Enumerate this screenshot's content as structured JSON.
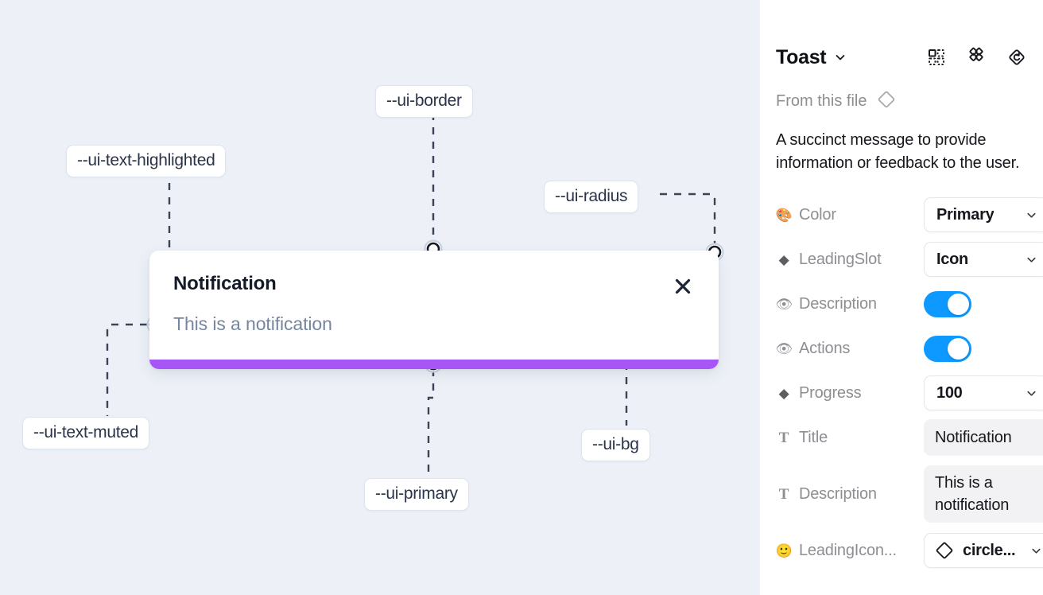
{
  "canvas": {
    "background_color": "#edf1f7",
    "toast": {
      "title": "Notification",
      "description": "This is a notification",
      "close_icon": "close-x-icon",
      "progress_color": "#a855f7",
      "background_color": "#ffffff"
    },
    "measure_labels": [
      {
        "id": "ui-text-highlighted",
        "text": "--ui-text-highlighted"
      },
      {
        "id": "ui-border",
        "text": "--ui-border"
      },
      {
        "id": "ui-radius",
        "text": "--ui-radius"
      },
      {
        "id": "ui-text-muted",
        "text": "--ui-text-muted"
      },
      {
        "id": "ui-primary",
        "text": "--ui-primary"
      },
      {
        "id": "ui-bg",
        "text": "--ui-bg"
      }
    ]
  },
  "panel": {
    "title": "Toast",
    "title_chevron_icon": "chevron-down-icon",
    "header_actions": [
      {
        "name": "component-set-icon"
      },
      {
        "name": "variants-icon"
      },
      {
        "name": "reset-instance-icon"
      }
    ],
    "from_this_file": {
      "label": "From this file",
      "icon": "diamond-component-icon"
    },
    "description": "A succinct message to provide information or feedback to the user.",
    "properties": [
      {
        "icon": "palette-emoji",
        "glyph": "🎨",
        "label": "Color",
        "control": "select",
        "value": "Primary"
      },
      {
        "icon": "diamond-emoji",
        "glyph": "◆",
        "label": "LeadingSlot",
        "control": "select",
        "value": "Icon"
      },
      {
        "icon": "eye-emoji",
        "glyph": "👁",
        "label": "Description",
        "control": "toggle",
        "value": "on"
      },
      {
        "icon": "eye-emoji",
        "glyph": "👁",
        "label": "Actions",
        "control": "toggle",
        "value": "on"
      },
      {
        "icon": "diamond-emoji",
        "glyph": "◆",
        "label": "Progress",
        "control": "select",
        "value": "100"
      },
      {
        "icon": "text-type-icon",
        "glyph": "T",
        "label": "Title",
        "control": "text",
        "value": "Notification"
      },
      {
        "icon": "text-type-icon",
        "glyph": "T",
        "label": "Description",
        "control": "text",
        "value": "This is a notification"
      },
      {
        "icon": "smiley-emoji",
        "glyph": "🙂",
        "label": "LeadingIcon...",
        "control": "icon-select",
        "value": "circle..."
      }
    ],
    "colors": {
      "toggle_on": "#0d99ff",
      "field_bg": "#f2f2f4",
      "label_text": "#8e8e93"
    }
  }
}
